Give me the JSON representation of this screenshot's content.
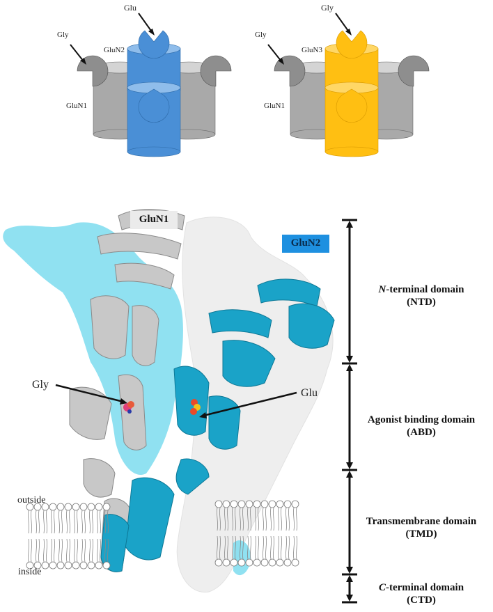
{
  "top_diagrams": {
    "left": {
      "labels": {
        "glu": "Glu",
        "gly": "Gly",
        "subunit_top": "GluN2",
        "subunit_side": "GluN1"
      },
      "colors": {
        "center": "#4A8FD6",
        "center_top": "#8FBDEB",
        "side": "#A9A9A9",
        "side_top": "#D4D4D4"
      }
    },
    "right": {
      "labels": {
        "gly_top": "Gly",
        "gly": "Gly",
        "subunit_top": "GluN3",
        "subunit_side": "GluN1"
      },
      "colors": {
        "center": "#FFBF12",
        "center_top": "#FFD766",
        "side": "#A9A9A9",
        "side_top": "#D4D4D4"
      }
    }
  },
  "structure": {
    "subunit_labels": {
      "glun1": "GluN1",
      "glun2": "GluN2"
    },
    "ligands": {
      "gly": "Gly",
      "glu": "Glu"
    },
    "membrane": {
      "outside": "outside",
      "inside": "inside"
    },
    "colors": {
      "glun1_cartoon": "#C8C8C8",
      "glun2_cartoon": "#1AA3C8",
      "glun2_surface": "#7DDCEE",
      "glun1_surface": "#EEEEEE",
      "glun2_label_bg": "#1E90E0",
      "glun1_label_bg": "#EBEBEB"
    }
  },
  "domains": [
    {
      "name_prefix": "N",
      "name_rest": "-terminal domain",
      "abbr": "(NTD)"
    },
    {
      "name_prefix": "",
      "name_rest": "Agonist binding domain",
      "abbr": "(ABD)"
    },
    {
      "name_prefix": "",
      "name_rest": "Transmembrane domain",
      "abbr": "(TMD)"
    },
    {
      "name_prefix": "C",
      "name_rest": "-terminal domain",
      "abbr": "(CTD)"
    }
  ]
}
